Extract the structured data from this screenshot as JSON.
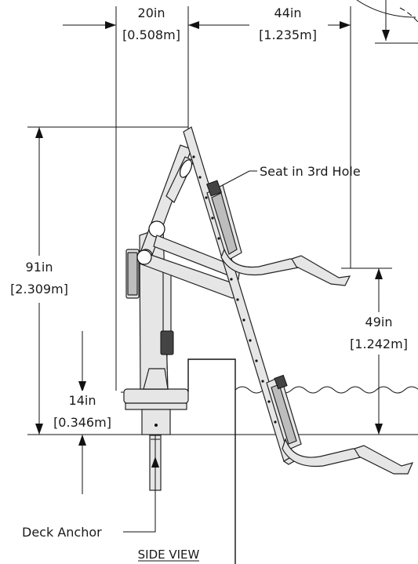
{
  "dimensions": {
    "width_top": {
      "imperial": "20in",
      "metric": "[0.508m]"
    },
    "reach_top": {
      "imperial": "44in",
      "metric": "[1.235m]"
    },
    "height_total": {
      "imperial": "91in",
      "metric": "[2.309m]"
    },
    "seat_height": {
      "imperial": "49in",
      "metric": "[1.242m]"
    },
    "anchor_height": {
      "imperial": "14in",
      "metric": "[0.346m]"
    }
  },
  "callouts": {
    "seat_hole": "Seat in 3rd Hole",
    "deck_anchor": "Deck Anchor"
  },
  "view_title": "SIDE VIEW"
}
